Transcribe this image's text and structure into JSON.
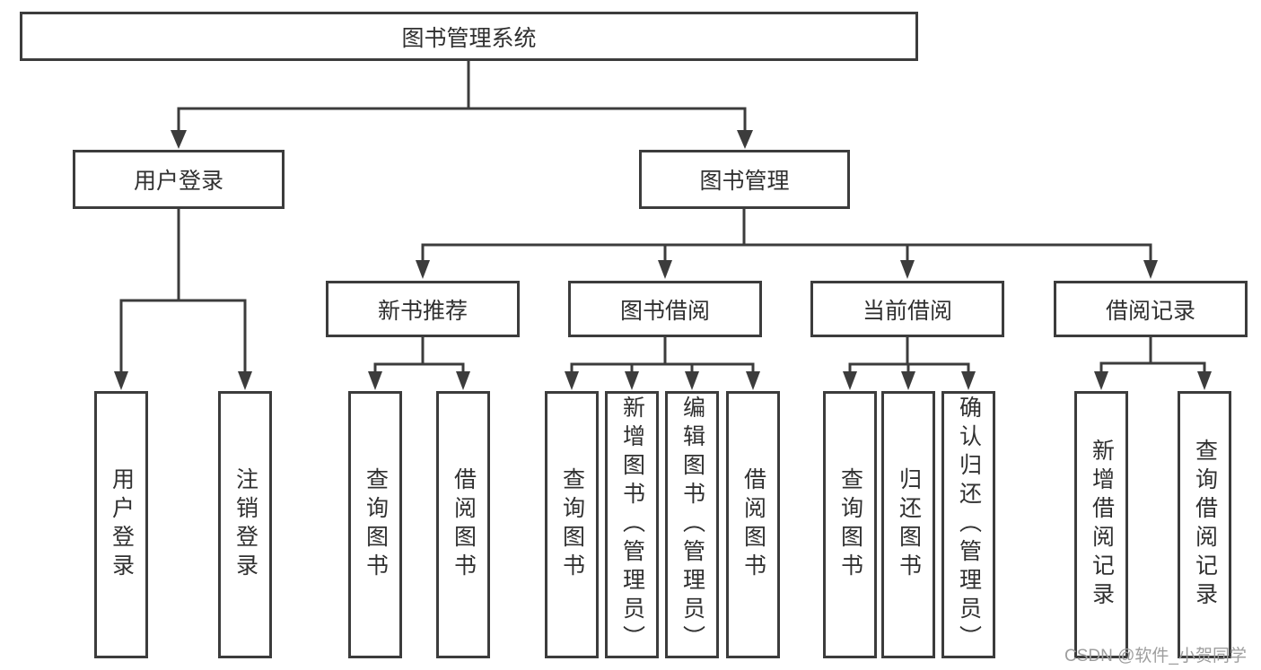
{
  "tree": {
    "root": {
      "label": "图书管理系统"
    },
    "children": [
      {
        "label": "用户登录",
        "children": [
          {
            "label": "用户登录"
          },
          {
            "label": "注销登录"
          }
        ]
      },
      {
        "label": "图书管理",
        "children": [
          {
            "label": "新书推荐",
            "children": [
              {
                "label": "查询图书"
              },
              {
                "label": "借阅图书"
              }
            ]
          },
          {
            "label": "图书借阅",
            "children": [
              {
                "label": "查询图书"
              },
              {
                "label": "新增图书（管理员）"
              },
              {
                "label": "编辑图书（管理员）"
              },
              {
                "label": "借阅图书"
              }
            ]
          },
          {
            "label": "当前借阅",
            "children": [
              {
                "label": "查询图书"
              },
              {
                "label": "归还图书"
              },
              {
                "label": "确认归还（管理员）"
              }
            ]
          },
          {
            "label": "借阅记录",
            "children": [
              {
                "label": "新增借阅记录"
              },
              {
                "label": "查询借阅记录"
              }
            ]
          }
        ]
      }
    ]
  },
  "watermark": {
    "text": "CSDN @软件_小贺同学"
  },
  "colors": {
    "line": "#3c3c3c",
    "box_border": "#3c3c3c",
    "text": "#303030",
    "watermark": "#9e9e9e",
    "background": "#ffffff"
  }
}
